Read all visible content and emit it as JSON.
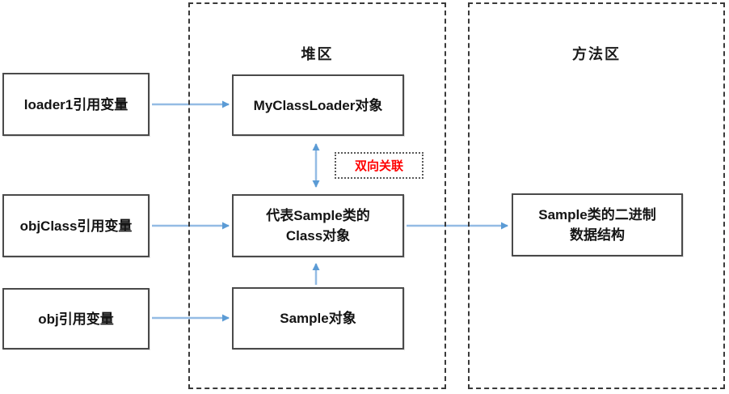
{
  "colors": {
    "arrow": "#94bce4",
    "arrowhead": "#5b9bd5",
    "label_highlight": "#ff0000"
  },
  "references": [
    {
      "label": "loader1引用变量"
    },
    {
      "label": "objClass引用变量"
    },
    {
      "label": "obj引用变量"
    }
  ],
  "heap_region": {
    "title": "堆区",
    "myclassloader_box": {
      "label": "MyClassLoader对象"
    },
    "class_box": {
      "lines": [
        "代表Sample类的",
        "Class对象"
      ]
    },
    "sample_box": {
      "label": "Sample对象"
    }
  },
  "method_region": {
    "title": "方法区",
    "binary_box": {
      "lines": [
        "Sample类的二进制",
        "数据结构"
      ]
    }
  },
  "annotations": {
    "bidirectional_label": "双向关联"
  }
}
